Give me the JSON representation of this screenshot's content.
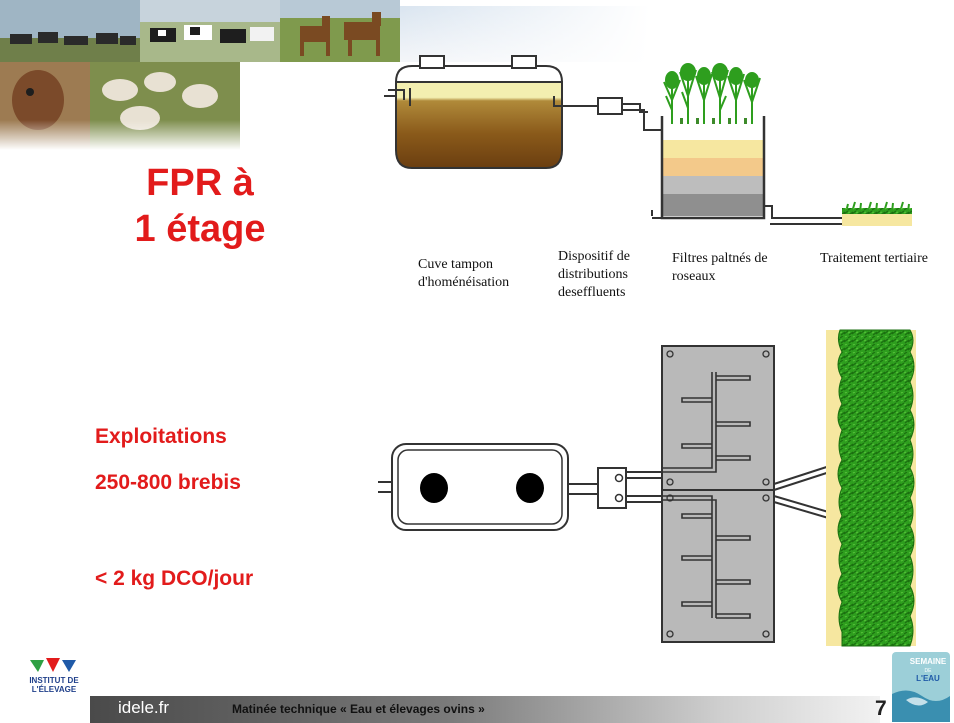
{
  "slide": {
    "title_line1": "FPR à",
    "title_line2": "1 étage",
    "exploitations": "Exploitations",
    "brebis": "250-800 brebis",
    "dco": "< 2 kg DCO/jour"
  },
  "diagram": {
    "labels": {
      "cuve_1": "Cuve tampon",
      "cuve_2": "d'homénéisation",
      "dispositif_1": "Dispositif de",
      "dispositif_2": "distributions",
      "dispositif_3": "deseffluents",
      "filtres_1": "Filtres paltnés de",
      "filtres_2": "roseaux",
      "traitement": "Traitement tertiaire"
    }
  },
  "footer": {
    "site": "idele.fr",
    "event_title": "Matinée technique « Eau et élevages ovins »",
    "page_number": "7"
  },
  "logos": {
    "idele_line1": "INSTITUT DE",
    "idele_line2": "L'ÉLEVAGE",
    "eau_line1": "SEMAINE",
    "eau_line2": "DE",
    "eau_line3": "L'EAU"
  },
  "colors": {
    "title_red": "#e21b1b",
    "sludge_brown": "#7a4a12",
    "reed_green": "#2e9e1e",
    "sand_yellow": "#f6e7a0",
    "panel_gray": "#b9b9b9"
  }
}
